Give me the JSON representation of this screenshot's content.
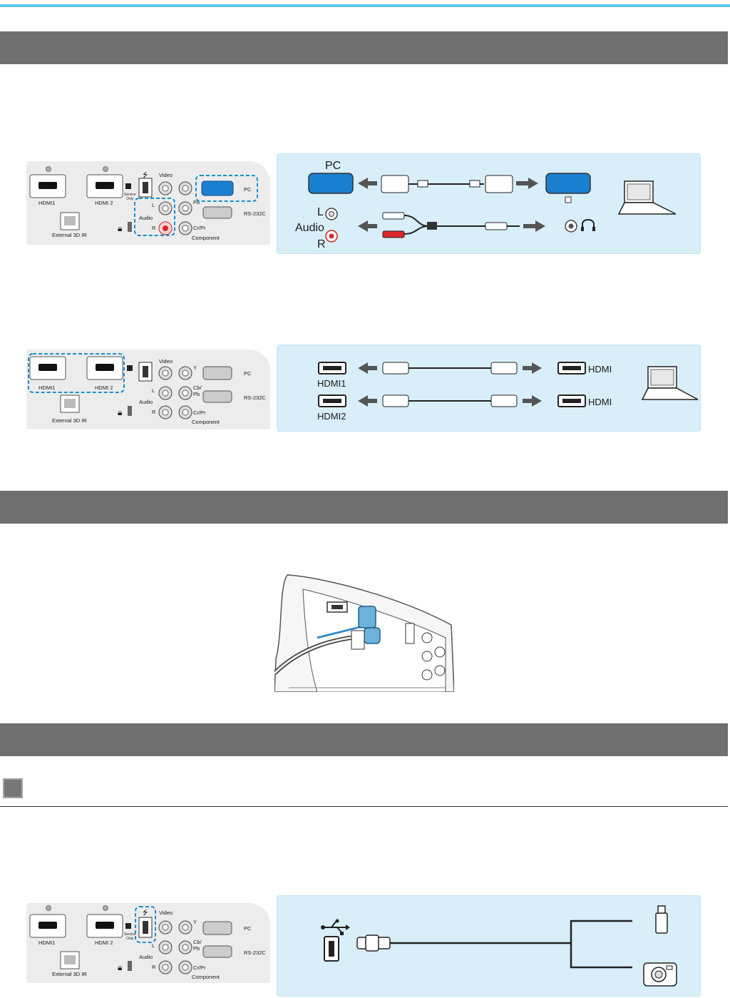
{
  "colors": {
    "accent_rule": "#5bc8eb",
    "section_bar": "#6f6f6f",
    "diagram_bg": "#d8eef9",
    "highlight_dash": "#1a8fd0",
    "vga_blue": "#1b7fd0",
    "audio_red": "#d9262b"
  },
  "panel_labels": {
    "hdmi1": "HDMI1",
    "hdmi2": "HDMI 2",
    "video": "Video",
    "pc": "PC",
    "rs232c": "RS-232C",
    "audio": "Audio",
    "audio_l": "L",
    "audio_r": "R",
    "y": "Y",
    "pb": "Pb",
    "cb_pb": "Cb/",
    "cr_pr": "Cr/Pr",
    "component": "Component",
    "external_3d_ir": "External 3D IR",
    "service": "Service",
    "only": "Only"
  },
  "pc_diagram": {
    "pc_label": "PC",
    "audio_label": "Audio",
    "l_label": "L",
    "r_label": "R"
  },
  "hdmi_diagram": {
    "hdmi1_label": "HDMI1",
    "hdmi2_label": "HDMI2",
    "source_label_1": "HDMI",
    "source_label_2": "HDMI"
  },
  "icons": [
    "usb-icon",
    "lock-icon",
    "headphones-icon",
    "laptop-icon",
    "camera-icon",
    "usb-stick-icon"
  ]
}
